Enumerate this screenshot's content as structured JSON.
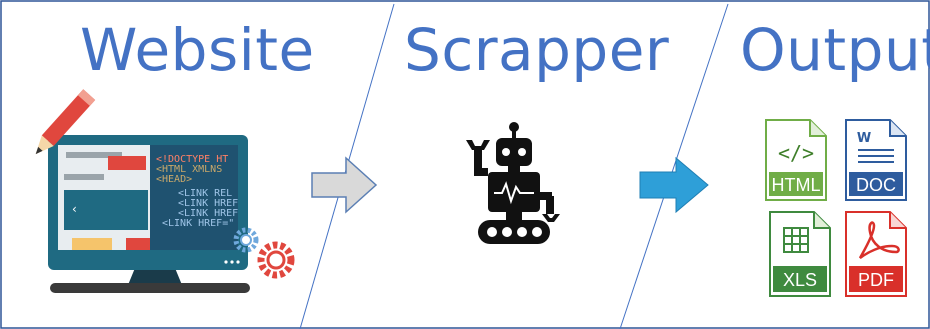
{
  "sections": [
    {
      "title": "Website"
    },
    {
      "title": "Scrapper"
    },
    {
      "title": "Output"
    }
  ],
  "code_lines": [
    "<!DOCTYPE HT",
    "<HTML XMLNS",
    "<HEAD>",
    "<LINK REL",
    "<LINK HREF",
    "<LINK HREF",
    "<LINK HREF=\"",
    "..."
  ],
  "file_types": [
    {
      "label": "HTML",
      "symbol": "</>",
      "color": "#70ad47"
    },
    {
      "label": "DOC",
      "symbol": "W",
      "color": "#2e5c9e"
    },
    {
      "label": "XLS",
      "symbol": "grid",
      "color": "#3f8a3f"
    },
    {
      "label": "PDF",
      "symbol": "acrobat",
      "color": "#d9302a"
    }
  ],
  "colors": {
    "heading": "#4472c4",
    "frame": "#2f5597",
    "gray_arrow": "#d9d9d9",
    "blue_arrow": "#2e9fd8",
    "monitor_teal": "#1f6a82",
    "robot": "#111111"
  },
  "icons": {
    "website": "computer-monitor-with-code-icon",
    "scrapper": "robot-icon",
    "output": "file-type-icons"
  }
}
